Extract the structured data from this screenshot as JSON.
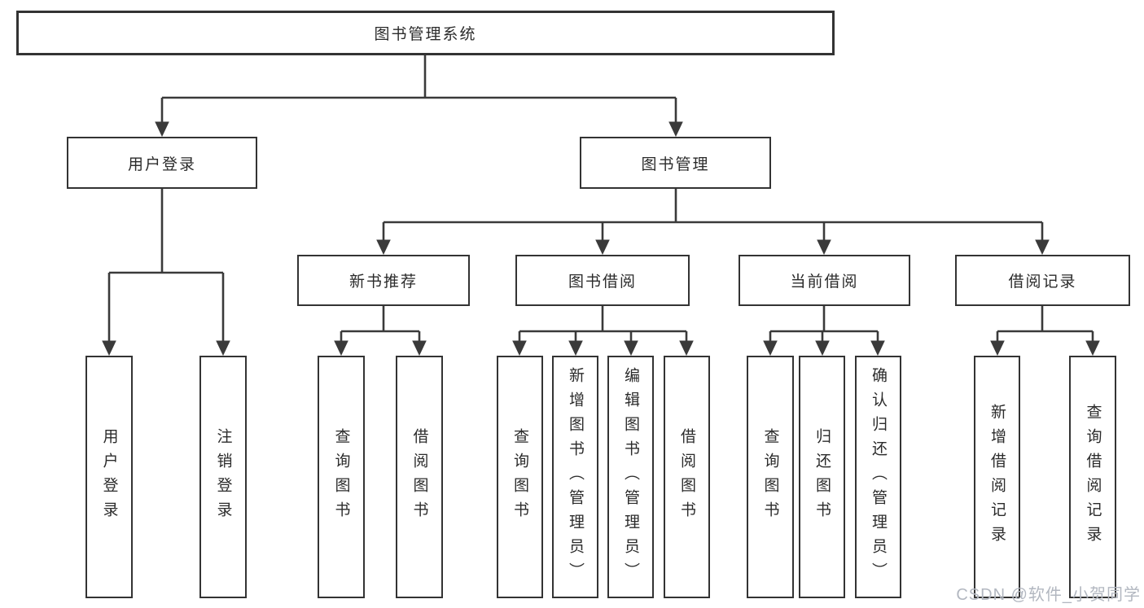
{
  "diagram": {
    "nodes": {
      "root": {
        "label": "图书管理系统"
      },
      "user_login": {
        "label": "用户登录"
      },
      "book_mgmt": {
        "label": "图书管理"
      },
      "new_books": {
        "label": "新书推荐"
      },
      "book_borrow": {
        "label": "图书借阅"
      },
      "current_borrow": {
        "label": "当前借阅"
      },
      "borrow_records": {
        "label": "借阅记录"
      },
      "leaf_user_login": {
        "label": "用户登录"
      },
      "leaf_logout": {
        "label": "注销登录"
      },
      "nb_query": {
        "label": "查询图书"
      },
      "nb_borrow": {
        "label": "借阅图书"
      },
      "bb_query": {
        "label": "查询图书"
      },
      "bb_add": {
        "label": "新增图书（管理员）"
      },
      "bb_edit": {
        "label": "编辑图书（管理员）"
      },
      "bb_borrow": {
        "label": "借阅图书"
      },
      "cb_query": {
        "label": "查询图书"
      },
      "cb_return": {
        "label": "归还图书"
      },
      "cb_confirm": {
        "label": "确认归还（管理员）"
      },
      "br_add": {
        "label": "新增借阅记录"
      },
      "br_query": {
        "label": "查询借阅记录"
      }
    },
    "edges": [
      {
        "from": "root",
        "to": [
          "user_login",
          "book_mgmt"
        ]
      },
      {
        "from": "user_login",
        "to": [
          "leaf_user_login",
          "leaf_logout"
        ]
      },
      {
        "from": "book_mgmt",
        "to": [
          "new_books",
          "book_borrow",
          "current_borrow",
          "borrow_records"
        ]
      },
      {
        "from": "new_books",
        "to": [
          "nb_query",
          "nb_borrow"
        ]
      },
      {
        "from": "book_borrow",
        "to": [
          "bb_query",
          "bb_add",
          "bb_edit",
          "bb_borrow"
        ]
      },
      {
        "from": "current_borrow",
        "to": [
          "cb_query",
          "cb_return",
          "cb_confirm"
        ]
      },
      {
        "from": "borrow_records",
        "to": [
          "br_add",
          "br_query"
        ]
      }
    ]
  },
  "watermark": {
    "text": "CSDN @软件_小贺同学",
    "color": "#b2b7c0"
  },
  "colors": {
    "line": "#3a3a3a",
    "border": "#333333",
    "text": "#2b2b2b",
    "background": "#ffffff"
  }
}
